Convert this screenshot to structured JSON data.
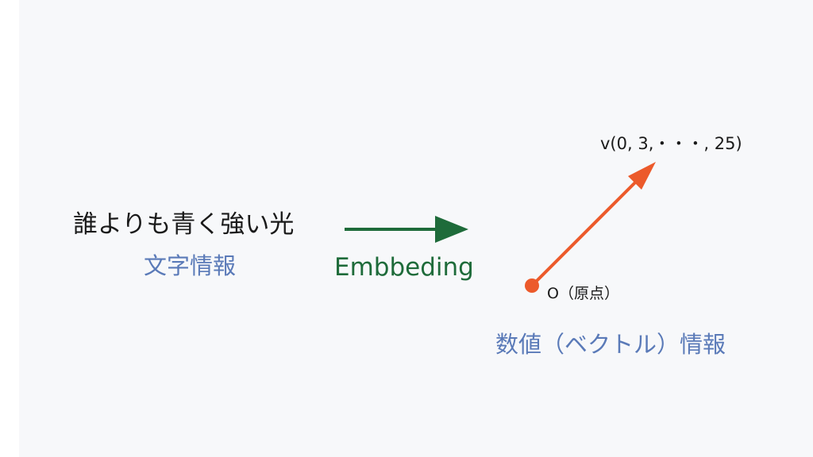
{
  "source": {
    "text": "誰よりも青く強い光",
    "label": "文字情報"
  },
  "embedding": {
    "label": "Embbeding",
    "arrow_color": "#1e6b3a"
  },
  "vector": {
    "label": "v(0, 3,・・・, 25)",
    "origin_label": "O（原点）",
    "arrow_color": "#ec5a2b",
    "caption": "数値（ベクトル）情報"
  },
  "colors": {
    "background": "#f7f8fa",
    "category_label": "#5a7ab8",
    "text": "#1a1a1a"
  }
}
